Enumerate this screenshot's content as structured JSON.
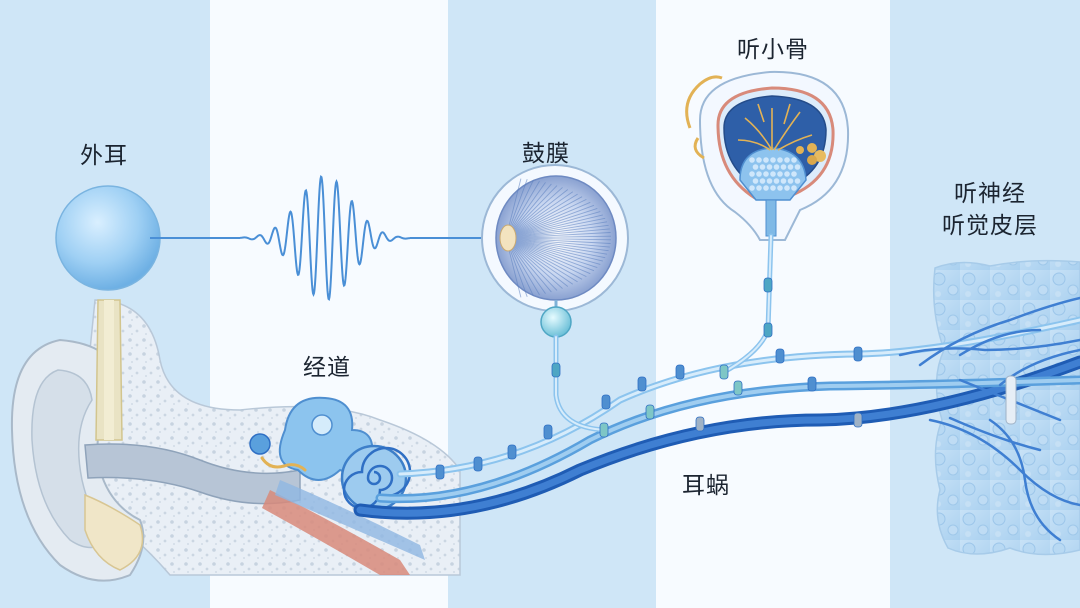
{
  "labels": {
    "outer_ear": "外耳",
    "ear_canal": "经道",
    "eardrum": "鼓膜",
    "ossicles": "听小骨",
    "cochlea": "耳蜗",
    "nerve_line1": "听神经",
    "nerve_line2": "听觉皮层"
  },
  "colors": {
    "band_dark": "#cfe6f7",
    "band_light": "#f7fbff",
    "nerve_dark": "#2f6fc4",
    "nerve_mid": "#5aa0dd",
    "nerve_light": "#8cc4ee",
    "wave": "#4a8fd6",
    "bone": "#d8e4ef",
    "eardrum": "#5a7fbf",
    "ossicle_gold": "#e2b255",
    "skin_red": "#d88a7a"
  }
}
